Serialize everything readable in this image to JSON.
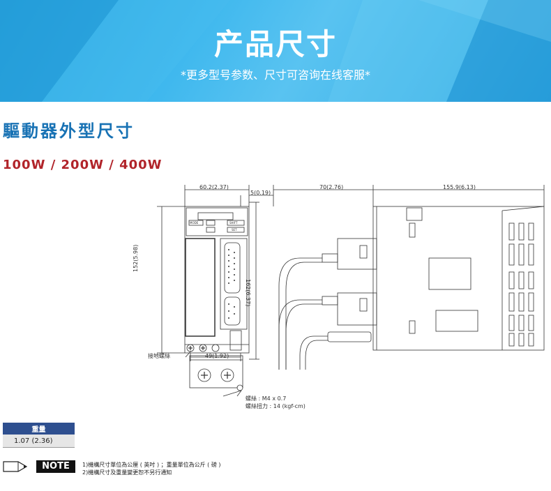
{
  "banner": {
    "title": "产品尺寸",
    "subtitle": "*更多型号参数、尺寸可咨询在线客服*"
  },
  "section": {
    "title": "驅動器外型尺寸",
    "power_ratings": "100W / 200W / 400W"
  },
  "drawing": {
    "dim_width_front": "60.2(2.37)",
    "dim_bezel": "5(0.19)",
    "dim_depth_side": "70(2.76)",
    "dim_total_depth": "155.9(6.13)",
    "dim_height_body": "152(5.98)",
    "dim_height_total": "162(6.37)",
    "dim_mount_spacing": "49(1.92)",
    "label_ground_screw": "接地螺絲",
    "screw_spec": "螺絲 : M4 x 0.7",
    "screw_torque": "螺絲扭力 : 14 (kgf-cm)",
    "panel_buttons": [
      "MODE",
      "SHIFT",
      "SET"
    ]
  },
  "weight_table": {
    "header": "重量",
    "value": "1.07 (2.36)"
  },
  "note": {
    "label": "NOTE",
    "lines": [
      "1)機構尺寸單位為公厘 ( 英吋 ) ；重量單位為公斤 ( 磅 )",
      "2)機構尺寸及重量變更恕不另行通知"
    ]
  }
}
